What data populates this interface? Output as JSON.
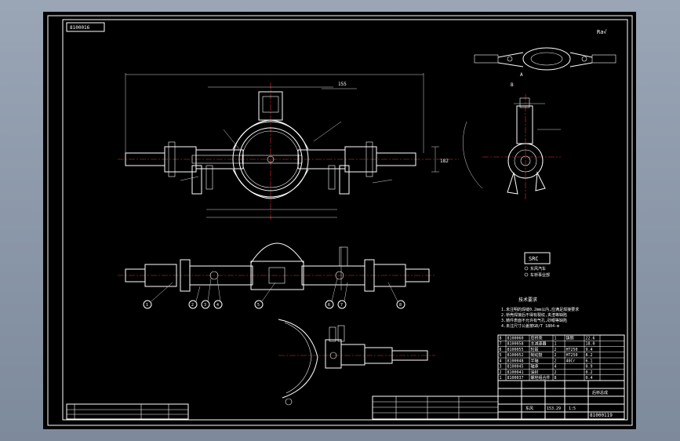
{
  "drawing": {
    "number_top": "8100016",
    "roughness": "Ra√",
    "number_bottom": "81000119",
    "dim_length_top": "155",
    "dim_height_right": "182",
    "view_label": "A",
    "section_label": "B",
    "scale": "1:5",
    "weight": "153.29",
    "note_title": "技术要求",
    "tech_notes": [
      "1.未注明的焊缝0.2mm以内,应满足焊接要求",
      "2.桥壳焊接后不得有裂纹,夹渣等缺陷",
      "3.铸件表面不允许有气孔,砂眼等缺陷",
      "4.未注尺寸公差按GB/T 1804-m"
    ],
    "logo_text": "SRC",
    "logo_lines": [
      "东风汽车",
      "车桥事业部"
    ],
    "balloons": [
      "1",
      "2",
      "3",
      "4",
      "5",
      "6",
      "7",
      "8"
    ],
    "title_block_name": "后桥总成",
    "title_block_company": "东风"
  },
  "bom_rows": [
    [
      "8",
      "8100060",
      "后桥壳",
      "1",
      "铸钢",
      "22.6",
      ""
    ],
    [
      "7",
      "8100058",
      "主减速器",
      "1",
      "",
      "18.0",
      ""
    ],
    [
      "6",
      "8100055",
      "轮毂",
      "2",
      "HT250",
      "9.4",
      ""
    ],
    [
      "5",
      "8100052",
      "制动鼓",
      "2",
      "HT250",
      "8.2",
      ""
    ],
    [
      "4",
      "8100048",
      "半轴",
      "2",
      "40Cr",
      "6.1",
      ""
    ],
    [
      "3",
      "8100045",
      "轴承",
      "4",
      "",
      "0.9",
      ""
    ],
    [
      "2",
      "8100041",
      "油封",
      "2",
      "",
      "0.2",
      ""
    ],
    [
      "1",
      "8100037",
      "螺栓组合件",
      "8",
      "",
      "0.4",
      ""
    ]
  ]
}
